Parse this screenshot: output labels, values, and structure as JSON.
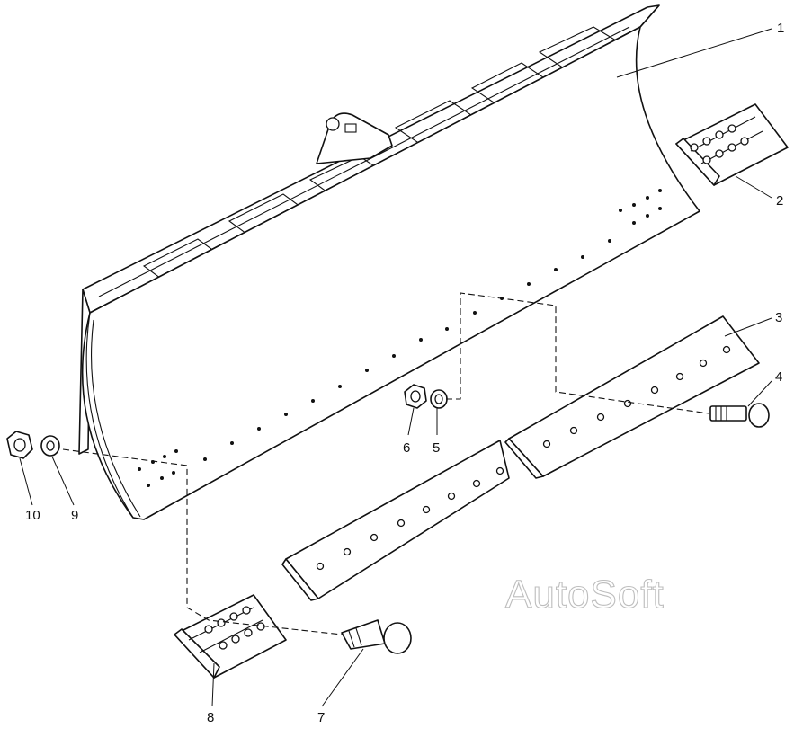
{
  "callouts": {
    "c1": "1",
    "c2": "2",
    "c3": "3",
    "c4": "4",
    "c5": "5",
    "c6": "6",
    "c7": "7",
    "c8": "8",
    "c9": "9",
    "c10": "10"
  },
  "watermark": "AutoSoft"
}
